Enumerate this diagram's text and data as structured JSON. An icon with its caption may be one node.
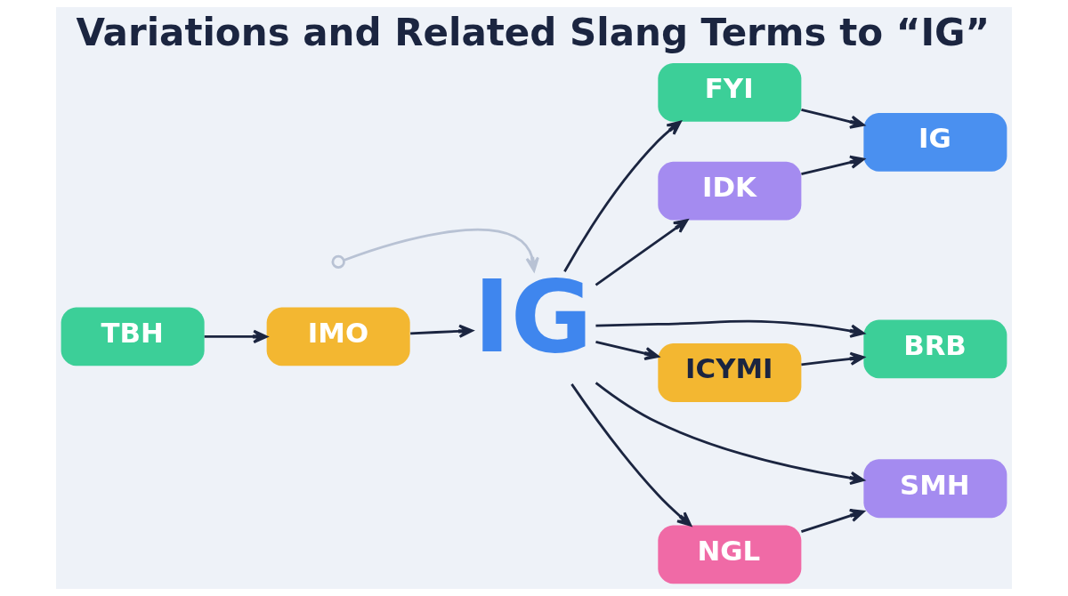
{
  "diagram": {
    "title": "Variations and Related Slang Terms to “IG”",
    "nodes": [
      {
        "text": [
          "TBH"
        ]
      },
      {
        "text": [
          "IMO"
        ]
      },
      {
        "text": [
          "IG"
        ]
      },
      {
        "text": [
          "FYI"
        ]
      },
      {
        "text": [
          "IDK"
        ]
      },
      {
        "text": [
          "IG"
        ]
      },
      {
        "text": [
          "BRB"
        ]
      },
      {
        "text": [
          "ICYMI"
        ]
      },
      {
        "text": [
          "SMH"
        ]
      },
      {
        "text": [
          "NGL"
        ]
      }
    ],
    "edges": [
      {
        "from": 0,
        "to": 1,
        "arrow": "to"
      },
      {
        "from": 1,
        "to": 2,
        "arrow": "to"
      },
      {
        "from": null,
        "to": 2,
        "arrow": "to",
        "color": "#b8c2d4"
      },
      {
        "from": 2,
        "to": 3,
        "arrow": "to"
      },
      {
        "from": 2,
        "to": 4,
        "arrow": "to"
      },
      {
        "from": 3,
        "to": 5,
        "arrow": "to"
      },
      {
        "from": 4,
        "to": 5,
        "arrow": "to"
      },
      {
        "from": 2,
        "to": 6,
        "arrow": "to"
      },
      {
        "from": 2,
        "to": 7,
        "arrow": "to"
      },
      {
        "from": 2,
        "to": 8,
        "arrow": "to"
      },
      {
        "from": 2,
        "to": 9,
        "arrow": "to"
      },
      {
        "from": 7,
        "to": 6,
        "arrow": "to"
      },
      {
        "from": 9,
        "to": 8,
        "arrow": "to"
      }
    ]
  }
}
